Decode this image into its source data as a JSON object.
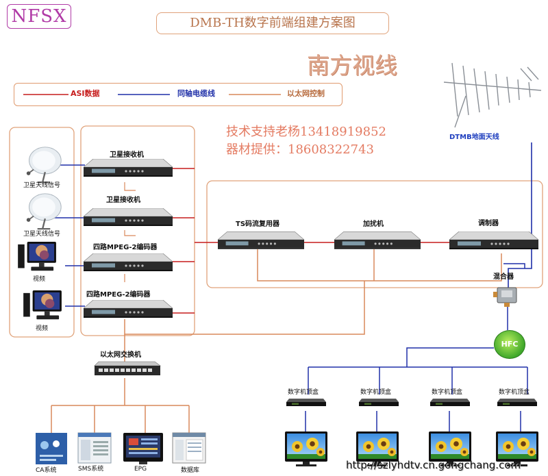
{
  "logo": {
    "text": "NFSX"
  },
  "title": "DMB-TH数字前端组建方案图",
  "brand": "南方视线",
  "legend": [
    {
      "label": "ASI数据",
      "color": "#c61b1b"
    },
    {
      "label": "同轴电缆线",
      "color": "#1f2fa8"
    },
    {
      "label": "以太网控制",
      "color": "#d9885a"
    }
  ],
  "contact": {
    "line1": "技术支持老杨13418919852",
    "line2": "器材提供：18608322743"
  },
  "sources": {
    "sat1": "卫星天线信号",
    "sat2": "卫星天线信号",
    "video1": "视频",
    "video2": "视频"
  },
  "devices": {
    "receiver1": "卫星接收机",
    "receiver2": "卫星接收机",
    "encoder1": "四路MPEG-2编码器",
    "encoder2": "四路MPEG-2编码器",
    "mux": "TS码流复用器",
    "scrambler": "加扰机",
    "modulator": "调制器",
    "antenna": "DTMB地面天线",
    "mixer": "混合器",
    "hfc": "HFC",
    "switch": "以太网交换机"
  },
  "stb": {
    "label": "数字机顶盒",
    "count": 4
  },
  "servers": [
    "CA系统",
    "SMS系统",
    "EPG",
    "数据库"
  ],
  "url": "http://szlyhdtv.cn.gongchang.com"
}
